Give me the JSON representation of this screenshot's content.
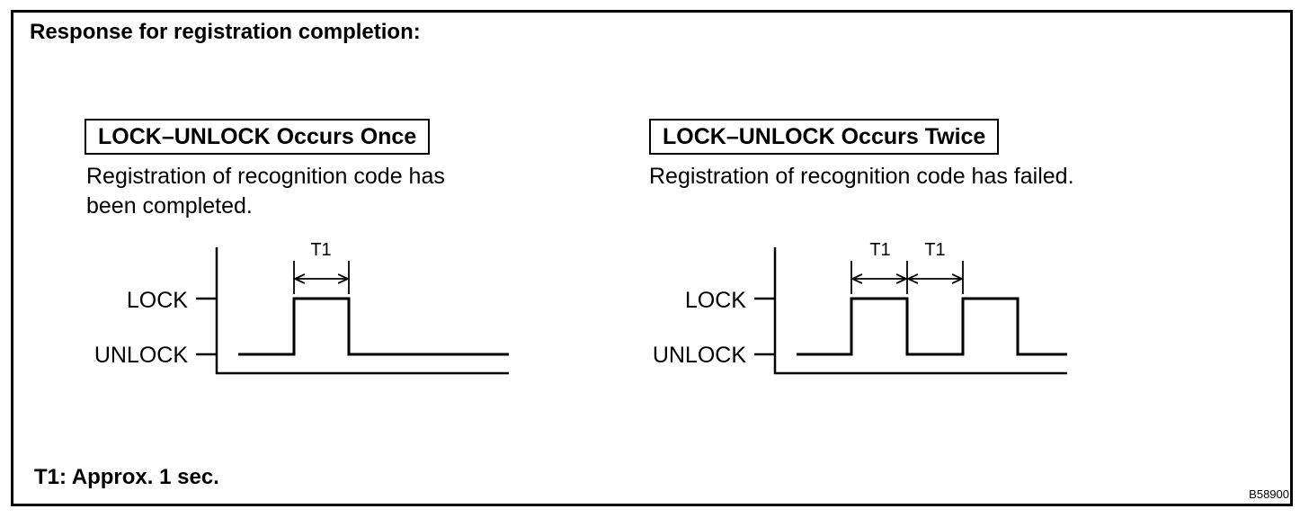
{
  "heading": "Response for registration completion:",
  "footnote": "T1: Approx. 1 sec.",
  "figure_code": "B58900",
  "panels": [
    {
      "title": "LOCK–UNLOCK Occurs Once",
      "description": "Registration of recognition code has been completed.",
      "level_labels": [
        "LOCK",
        "UNLOCK"
      ],
      "interval_labels": [
        "T1"
      ]
    },
    {
      "title": "LOCK–UNLOCK Occurs Twice",
      "description": "Registration of recognition code has failed.",
      "level_labels": [
        "LOCK",
        "UNLOCK"
      ],
      "interval_labels": [
        "T1",
        "T1"
      ]
    }
  ]
}
